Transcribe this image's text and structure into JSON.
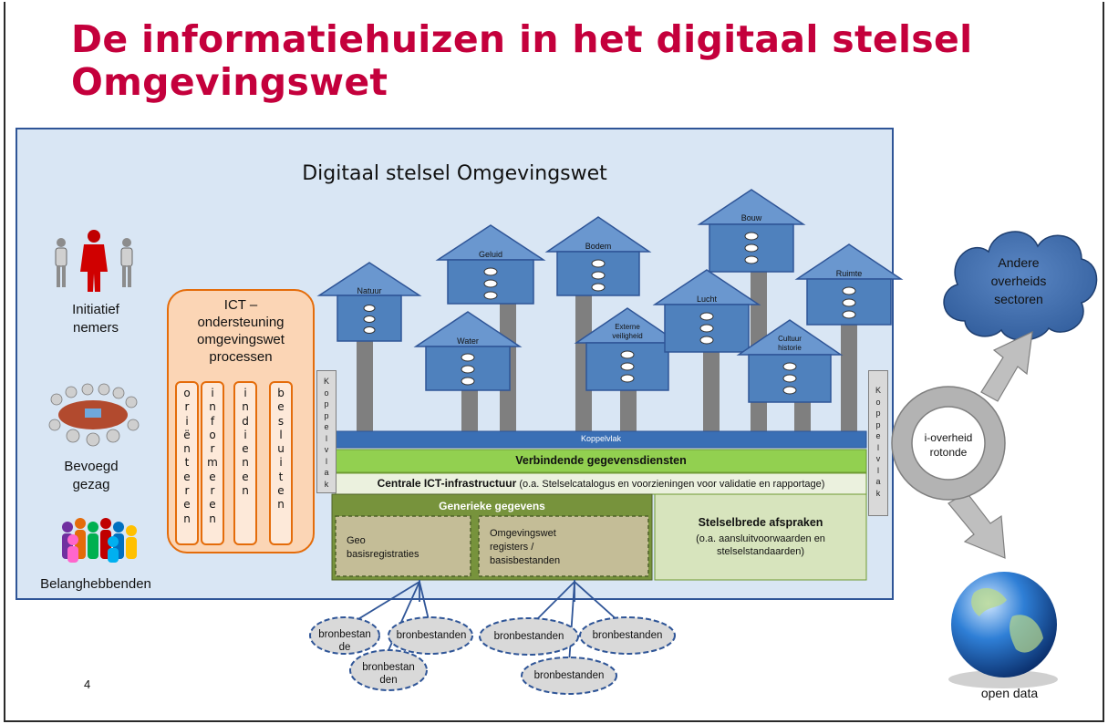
{
  "title": {
    "line1": "De informatiehuizen in het digitaal stelsel",
    "line2": "Omgevingswet"
  },
  "stelsel_title": "Digitaal stelsel Omgevingswet",
  "actors": {
    "initiatief": "Initiatief\nnemers",
    "bevoegd": "Bevoegd\ngezag",
    "belanghebbenden": "Belanghebbenden"
  },
  "ict": {
    "title": "ICT –\nondersteuning\nomgevingswet\nprocessen",
    "processes": [
      "o\nr\ni\në\nn\nt\ne\nr\ne\nn",
      "i\nn\nf\no\nr\nm\ne\nr\ne\nn",
      "i\nn\nd\ni\ne\nn\ne\nn",
      "b\ne\ns\nl\nu\ni\nt\ne\nn"
    ]
  },
  "koppelvlak_vertical": "K\no\np\np\ne\nl\nv\nl\na\nk",
  "koppelvlak_bar": "Koppelvlak",
  "houses": [
    {
      "label": "Natuur"
    },
    {
      "label": "Geluid"
    },
    {
      "label": "Water"
    },
    {
      "label": "Bodem"
    },
    {
      "label": "Externe\nveiligheid"
    },
    {
      "label": "Lucht"
    },
    {
      "label": "Bouw"
    },
    {
      "label": "Cultuur\nhistorie"
    },
    {
      "label": "Ruimte"
    }
  ],
  "verbindende": "Verbindende gegevensdiensten",
  "centrale": {
    "bold": "Centrale ICT-infrastructuur",
    "rest": " (o.a. Stelselcatalogus en voorzieningen voor validatie en rapportage)"
  },
  "generieke": "Generieke gegevens",
  "geo": "Geo\nbasisregistraties",
  "omgevingswet_registers": "Omgevingswet\nregisters /\nbasisbestanden",
  "stelselbrede": {
    "title": "Stelselbrede afspraken",
    "sub": "(o.a. aansluitvoorwaarden en\nstelselstandaarden)"
  },
  "bronbestanden": [
    {
      "label": "bronbestan\nde"
    },
    {
      "label": "bronbestanden"
    },
    {
      "label": "bronbestan\nden"
    },
    {
      "label": "bronbestanden"
    },
    {
      "label": "bronbestanden"
    },
    {
      "label": "bronbestanden"
    }
  ],
  "rotonde": "i-overheid\nrotonde",
  "cloud": "Andere\noverheids\nsectoren",
  "open_data": "open data",
  "page_number": "4",
  "colors": {
    "title_red": "#c4003c",
    "stelsel_bg": "#d9e6f4",
    "house_blue": "#4f81bd",
    "ict_orange": "#e46c0a",
    "green_band": "#92d050",
    "dark_green": "#77933c",
    "light_green": "#d7e4bd",
    "koppel_blue": "#3a6fb5"
  }
}
